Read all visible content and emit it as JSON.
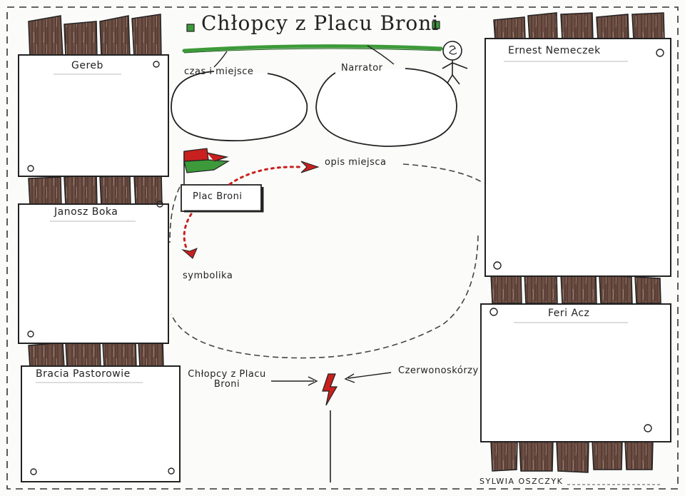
{
  "title": "Chłopcy z Placu Broni",
  "cards": {
    "gereb": "Gereb",
    "janosz_boka": "Janosz Boka",
    "bracia_pastorowie": "Bracia Pastorowie",
    "ernest_nemeczek": "Ernest Nemeczek",
    "feri_acz": "Feri Acz"
  },
  "ovals": {
    "czas_i_miejsce": "czas i miejsce",
    "narrator": "Narrator"
  },
  "plac": {
    "label": "Plac Broni",
    "opis_miejsca": "opis miejsca",
    "symbolika": "symbolika"
  },
  "conflict": {
    "left_line1": "Chłopcy z Placu",
    "left_line2": "Broni",
    "right": "Czerwonoskórzy"
  },
  "signature": "SYLWIA OSZCZYK",
  "colors": {
    "green": "#3d9a3a",
    "red": "#c8201e",
    "wood": "#6e4f44"
  }
}
